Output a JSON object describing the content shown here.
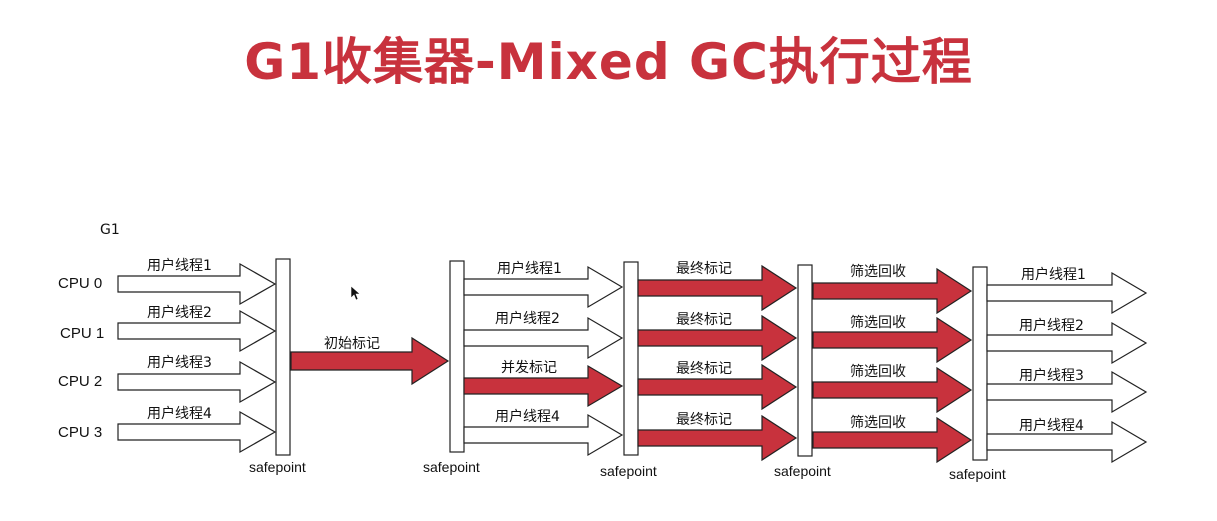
{
  "title": "G1收集器-Mixed GC执行过程",
  "label_g1": "G1",
  "cpus": [
    "CPU 0",
    "CPU 1",
    "CPU 2",
    "CPU 3"
  ],
  "safepoint_label": "safepoint",
  "phase1": [
    "用户线程1",
    "用户线程2",
    "用户线程3",
    "用户线程4"
  ],
  "phase2": "初始标记",
  "phase3": [
    "用户线程1",
    "用户线程2",
    "并发标记",
    "用户线程4"
  ],
  "phase4": [
    "最终标记",
    "最终标记",
    "最终标记",
    "最终标记"
  ],
  "phase5": [
    "筛选回收",
    "筛选回收",
    "筛选回收",
    "筛选回收"
  ],
  "phase6": [
    "用户线程1",
    "用户线程2",
    "用户线程3",
    "用户线程4"
  ],
  "colors": {
    "accent": "#c8323d",
    "outline": "#222222",
    "white_arrow": "#ffffff"
  }
}
